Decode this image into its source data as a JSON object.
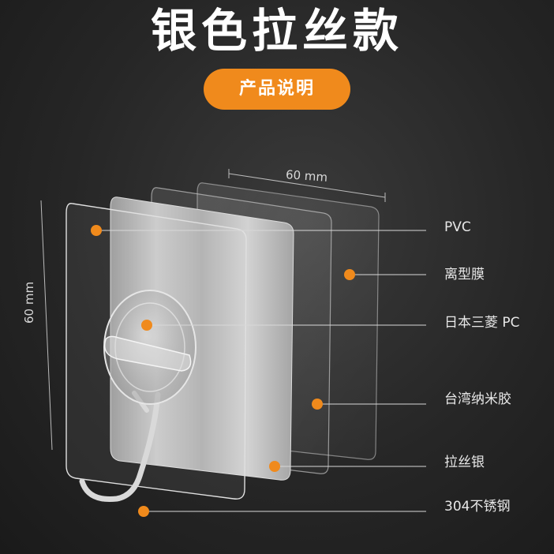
{
  "title": "银色拉丝款",
  "badge": "产品说明",
  "dimensions": {
    "width": "60 mm",
    "height": "60 mm"
  },
  "labels": [
    "PVC",
    "离型膜",
    "日本三菱 PC",
    "台湾纳米胶",
    "拉丝银",
    "304不锈钢"
  ],
  "colors": {
    "accent": "#f08a1c",
    "background": "#262626",
    "text": "#ffffff"
  }
}
